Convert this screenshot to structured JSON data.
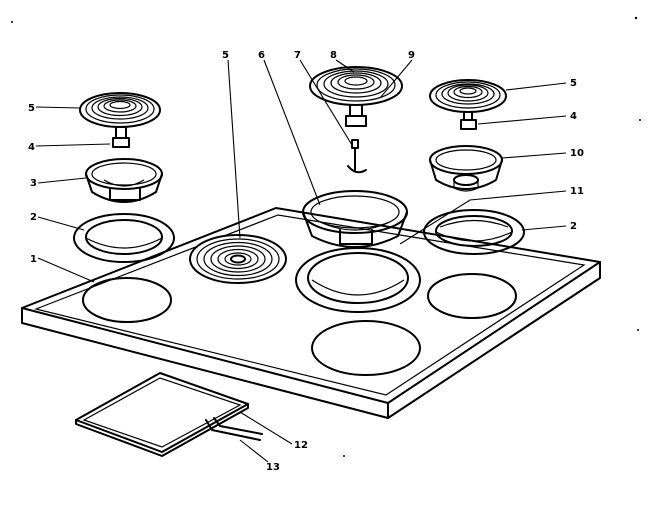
{
  "labels": {
    "l1": "1",
    "l2a": "2",
    "l2b": "2",
    "l3": "3",
    "l4a": "4",
    "l4b": "4",
    "l5a": "5",
    "l5b": "5",
    "l5c": "5",
    "l6": "6",
    "l7": "7",
    "l8": "8",
    "l9": "9",
    "l10": "10",
    "l11": "11",
    "l12": "12",
    "l13": "13"
  },
  "colors": {
    "ink": "#000000",
    "paper": "#ffffff"
  }
}
